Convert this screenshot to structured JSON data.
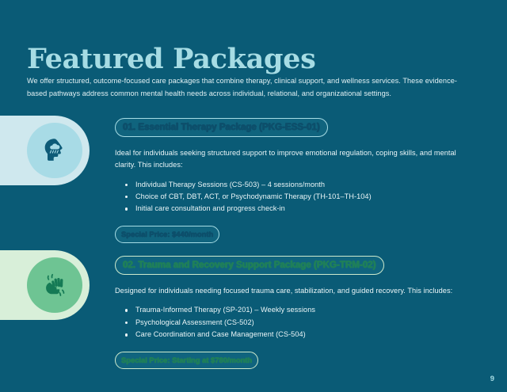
{
  "header": {
    "title": "Featured Packages",
    "subtitle": "We offer structured, outcome-focused care packages that combine therapy, clinical support, and wellness services. These evidence-based pathways address common mental health needs across individual, relational, and organizational settings."
  },
  "packages": [
    {
      "icon": "head-with-rain-cloud-icon",
      "heading": "01. Essential Therapy Package (PKG-ESS-01)",
      "description": "Ideal for individuals seeking structured support to improve emotional regulation, coping skills, and mental clarity. This includes:",
      "items": [
        "Individual Therapy Sessions (CS-503) – 4 sessions/month",
        "Choice of CBT, DBT, ACT, or Psychodynamic Therapy (TH-101–TH-104)",
        "Initial care consultation and progress check-in"
      ],
      "price": "Special Price: $440/month"
    },
    {
      "icon": "raised-fist-icon",
      "heading": "02. Trauma and Recovery Support Package (PKG-TRM-02)",
      "description": "Designed for individuals needing focused trauma care, stabilization, and guided recovery. This includes:",
      "items": [
        "Trauma-Informed Therapy (SP-201) – Weekly sessions",
        "Psychological Assessment (CS-502)",
        "Care Coordination and Case Management (CS-504)"
      ],
      "price": "Special Price: Starting at $780/month"
    }
  ],
  "footer": {
    "page_number": "9"
  },
  "colors": {
    "background": "#0a5b76",
    "title": "#a6dce4",
    "body_text": "#eaf5f7",
    "panel_blue": "#cfe8ee",
    "circle_blue": "#a8dbe6",
    "icon_blue": "#0d5b78",
    "panel_green": "#d8efd9",
    "circle_green": "#6ec493",
    "icon_green": "#157a55",
    "accent_green_text": "#1f7f5a",
    "accent_blue_text": "#0d4f6b"
  }
}
